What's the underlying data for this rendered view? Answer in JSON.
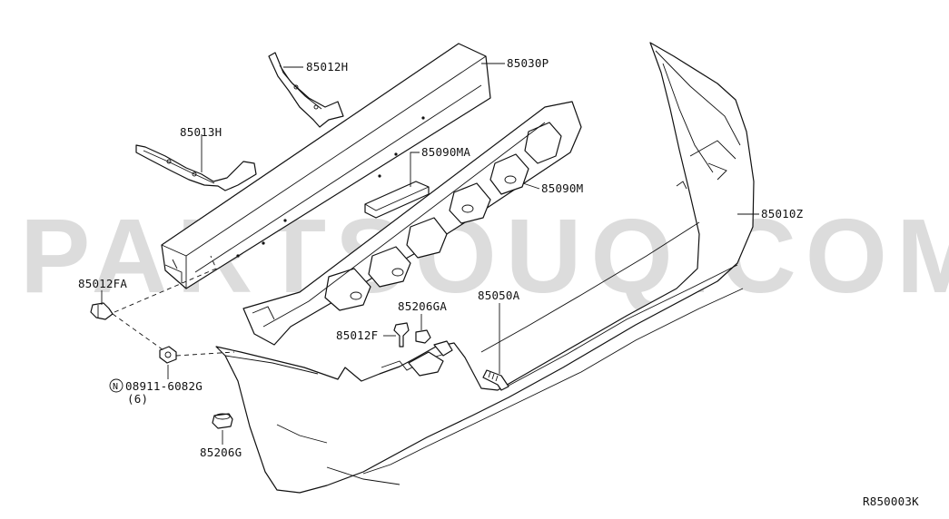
{
  "watermark": "PARTSOUQ.COM",
  "diagram_code": "R850003K",
  "callouts": [
    {
      "id": "85012H",
      "label": "85012H"
    },
    {
      "id": "85030P",
      "label": "85030P"
    },
    {
      "id": "85013H",
      "label": "85013H"
    },
    {
      "id": "85090MA",
      "label": "85090MA"
    },
    {
      "id": "85090M",
      "label": "85090M"
    },
    {
      "id": "85010Z",
      "label": "85010Z"
    },
    {
      "id": "85012FA",
      "label": "85012FA"
    },
    {
      "id": "85206GA",
      "label": "85206GA"
    },
    {
      "id": "85050A",
      "label": "85050A"
    },
    {
      "id": "85012F",
      "label": "85012F"
    },
    {
      "id": "08911-6082G",
      "label": "08911-6082G",
      "prefix_symbol": "N",
      "quantity": "(6)"
    },
    {
      "id": "85206G",
      "label": "85206G"
    }
  ]
}
